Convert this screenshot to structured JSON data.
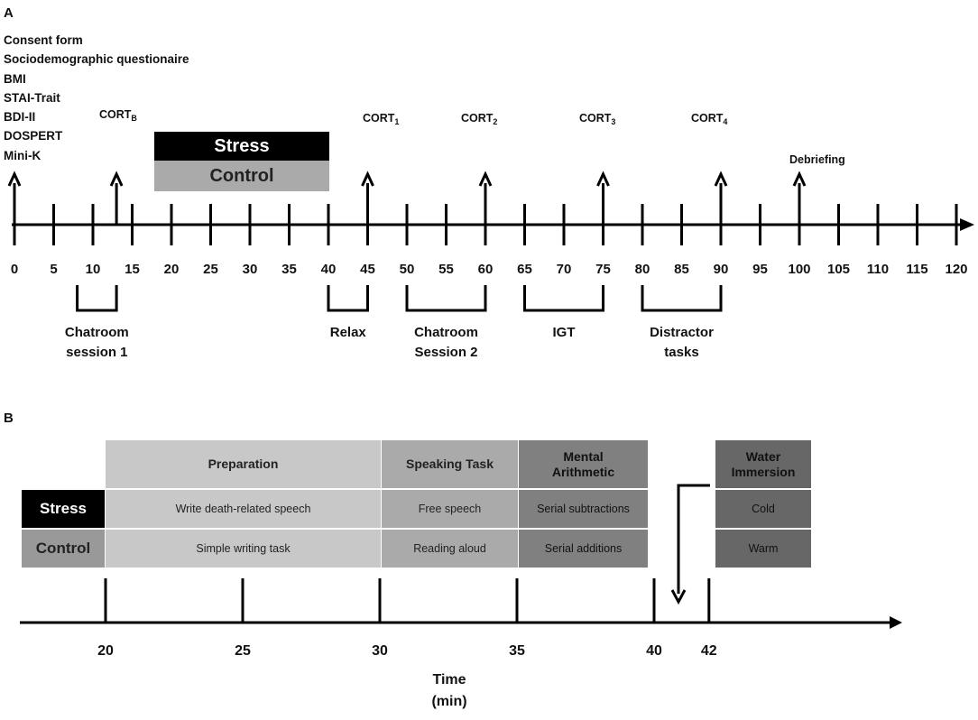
{
  "panel_a": {
    "label": "A",
    "measures": [
      "Consent form",
      "Sociodemographic questionaire",
      "BMI",
      "STAI-Trait",
      "BDI-II",
      "DOSPERT",
      "Mini-K"
    ],
    "cort_markers": [
      {
        "text": "CORT",
        "sub": "B",
        "time": 13
      },
      {
        "text": "CORT",
        "sub": "1",
        "time": 45
      },
      {
        "text": "CORT",
        "sub": "2",
        "time": 60
      },
      {
        "text": "CORT",
        "sub": "3",
        "time": 75
      },
      {
        "text": "CORT",
        "sub": "4",
        "time": 90
      }
    ],
    "debriefing": {
      "text": "Debriefing",
      "time": 100
    },
    "condition_boxes": {
      "stress": "Stress",
      "control": "Control",
      "start": 18,
      "end": 40
    },
    "ticks": [
      0,
      5,
      10,
      15,
      20,
      25,
      30,
      35,
      40,
      45,
      50,
      55,
      60,
      65,
      70,
      75,
      80,
      85,
      90,
      95,
      100,
      105,
      110,
      115,
      120
    ],
    "arrow_times": [
      0,
      13,
      45,
      60,
      75,
      90,
      100
    ],
    "segments": [
      {
        "lines": [
          "Chatroom",
          "session 1"
        ],
        "start": 8,
        "end": 13
      },
      {
        "lines": [
          "Relax"
        ],
        "start": 40,
        "end": 45
      },
      {
        "lines": [
          "Chatroom",
          "Session 2"
        ],
        "start": 50,
        "end": 60
      },
      {
        "lines": [
          "IGT"
        ],
        "start": 65,
        "end": 75
      },
      {
        "lines": [
          "Distractor",
          "tasks"
        ],
        "start": 80,
        "end": 90
      }
    ]
  },
  "panel_b": {
    "label": "B",
    "headers": {
      "preparation": "Preparation",
      "speaking": "Speaking Task",
      "mental": [
        "Mental",
        "Arithmetic"
      ],
      "water": [
        "Water",
        "Immersion"
      ]
    },
    "rows": {
      "stress": {
        "label": "Stress",
        "preparation": "Write death-related speech",
        "speaking": "Free speech",
        "mental": "Serial subtractions",
        "water": "Cold"
      },
      "control": {
        "label": "Control",
        "preparation": "Simple writing task",
        "speaking": "Reading aloud",
        "mental": "Serial additions",
        "water": "Warm"
      }
    },
    "ticks": [
      20,
      25,
      30,
      35,
      40,
      42
    ],
    "xlabel": [
      "Time",
      "(min)"
    ]
  },
  "colors": {
    "black": "#000000",
    "stress_gray": "#aaaaaa",
    "row_label_gray": "#999999",
    "light": "#c8c8c8",
    "medium": "#aaaaaa",
    "dark": "#808080",
    "darker": "#676767",
    "line": "#000000"
  }
}
